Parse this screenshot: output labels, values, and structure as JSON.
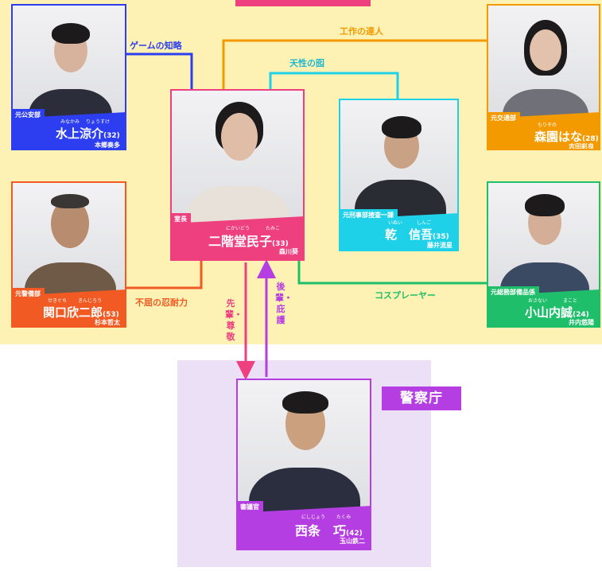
{
  "colors": {
    "yellow_zone": "#fdf2b4",
    "purple_zone": "#ece0f7",
    "blue": "#2c3eef",
    "orange_red": "#f15a22",
    "pink": "#ee3f7f",
    "cyan": "#1fd1e8",
    "orange": "#f39a00",
    "green": "#1fbe6a",
    "purple": "#b43ee2"
  },
  "zone": {
    "police_label": "警察庁"
  },
  "relations": {
    "game_chi": "ゲームの知略",
    "kousaku": "工作の達人",
    "tensei": "天性の囮",
    "fukutsu": "不屈の忍耐力",
    "cosplayer": "コスプレーヤー",
    "senpai_sonkei": "先輩・尊敬",
    "kouhai_higo": "後輩・庇護"
  },
  "characters": [
    {
      "id": "mizukami",
      "role": "元公安部",
      "ruby_family": "みなかみ",
      "ruby_given": "りょうすけ",
      "name": "水上涼介",
      "age": "(32)",
      "actor": "本郷奏多",
      "color": "#2c3eef"
    },
    {
      "id": "nikaido",
      "role": "室長",
      "ruby_family": "にかいどう",
      "ruby_given": "たみこ",
      "name": "二階堂民子",
      "age": "(33)",
      "actor": "森川葵",
      "color": "#ee3f7f"
    },
    {
      "id": "inui",
      "role": "元刑事部捜査一課",
      "ruby_family": "いぬい",
      "ruby_given": "しんご",
      "name": "乾　信吾",
      "age": "(35)",
      "actor": "藤井流星",
      "color": "#1fd1e8"
    },
    {
      "id": "morizono",
      "role": "元交通部",
      "ruby_family": "もりぞの",
      "ruby_given": "",
      "name": "森園はな",
      "age": "(28)",
      "actor": "志田彩良",
      "color": "#f39a00"
    },
    {
      "id": "sekiguchi",
      "role": "元警備部",
      "ruby_family": "せきぐち",
      "ruby_given": "きんじろう",
      "name": "関口欣二郎",
      "age": "(53)",
      "actor": "杉本哲太",
      "color": "#f15a22"
    },
    {
      "id": "oyamauchi",
      "role": "元総務部備品係",
      "ruby_family": "おさない",
      "ruby_given": "まこと",
      "name": "小山内誠",
      "age": "(24)",
      "actor": "井内悠陽",
      "color": "#1fbe6a"
    },
    {
      "id": "saijo",
      "role": "審議官",
      "ruby_family": "にしじょう",
      "ruby_given": "たくみ",
      "name": "西条　巧",
      "age": "(42)",
      "actor": "玉山鉄二",
      "color": "#b43ee2"
    }
  ]
}
